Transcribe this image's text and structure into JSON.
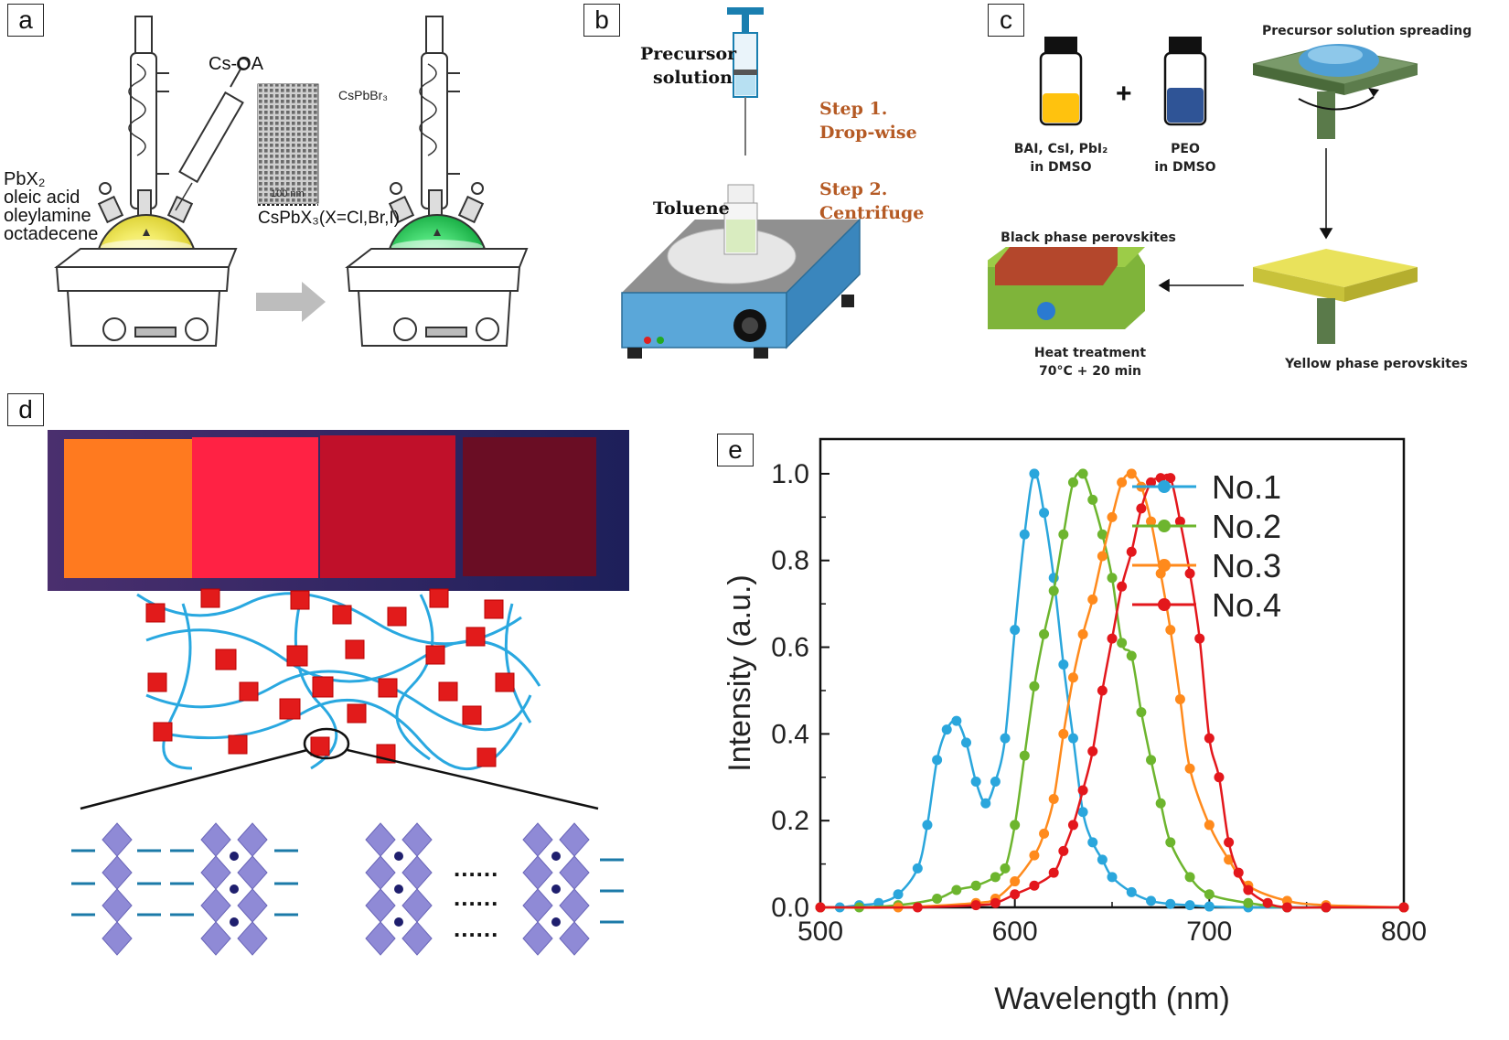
{
  "panels": {
    "a": {
      "label": "a",
      "cs_oa": "Cs-OA",
      "tem_label": "CsPbBr₃",
      "scale_bar": "100 nm",
      "product": "CsPbX₃(X=Cl,Br,I)",
      "reagents": [
        "PbX₂",
        "oleic acid",
        "oleylamine",
        "octadecene"
      ]
    },
    "b": {
      "label": "b",
      "precursor": [
        "Precursor",
        "solution"
      ],
      "step1": [
        "Step 1.",
        "Drop-wise"
      ],
      "step2": [
        "Step 2.",
        "Centrifuge"
      ],
      "toluene": "Toluene"
    },
    "c": {
      "label": "c",
      "vial1": [
        "BAI, CsI, PbI₂",
        "in DMSO"
      ],
      "plus": "+",
      "vial2": [
        "PEO",
        "in DMSO"
      ],
      "spreading": "Precursor solution spreading",
      "black_phase": "Black phase perovskites",
      "heat": [
        "Heat treatment",
        "70°C + 20 min"
      ],
      "yellow_phase": "Yellow phase perovskites"
    },
    "d": {
      "label": "d",
      "dots": "......"
    },
    "e": {
      "label": "e"
    }
  },
  "colors": {
    "no1": "#2aa6dc",
    "no2": "#6db52e",
    "no3": "#ff8a1c",
    "no4": "#e3171c"
  },
  "chart_data": {
    "type": "line",
    "xlabel": "Wavelength (nm)",
    "ylabel": "Intensity (a.u.)",
    "xlim": [
      500,
      800
    ],
    "ylim": [
      0.0,
      1.08
    ],
    "xticks": [
      "500",
      "600",
      "700",
      "800"
    ],
    "yticks": [
      "0.0",
      "0.2",
      "0.4",
      "0.6",
      "0.8",
      "1.0"
    ],
    "legend_position": "top-right",
    "series": [
      {
        "name": "No.1",
        "x": [
          500,
          510,
          520,
          530,
          540,
          550,
          555,
          560,
          565,
          570,
          575,
          580,
          585,
          590,
          595,
          600,
          605,
          610,
          615,
          620,
          625,
          630,
          635,
          640,
          645,
          650,
          660,
          670,
          680,
          690,
          700,
          720,
          740,
          760,
          800
        ],
        "y": [
          0.0,
          0.0,
          0.005,
          0.01,
          0.03,
          0.09,
          0.19,
          0.34,
          0.41,
          0.43,
          0.38,
          0.29,
          0.24,
          0.29,
          0.39,
          0.64,
          0.86,
          1.0,
          0.91,
          0.76,
          0.56,
          0.39,
          0.22,
          0.15,
          0.11,
          0.07,
          0.035,
          0.015,
          0.008,
          0.005,
          0.002,
          0.0,
          0.0,
          0.0,
          0.0
        ]
      },
      {
        "name": "No.2",
        "x": [
          500,
          520,
          540,
          560,
          570,
          580,
          590,
          595,
          600,
          605,
          610,
          615,
          620,
          625,
          630,
          635,
          640,
          645,
          650,
          655,
          660,
          665,
          670,
          675,
          680,
          690,
          700,
          720,
          740,
          760,
          800
        ],
        "y": [
          0.0,
          0.0,
          0.005,
          0.02,
          0.04,
          0.05,
          0.07,
          0.09,
          0.19,
          0.35,
          0.51,
          0.63,
          0.73,
          0.86,
          0.98,
          1.0,
          0.94,
          0.86,
          0.76,
          0.61,
          0.58,
          0.45,
          0.34,
          0.24,
          0.15,
          0.07,
          0.03,
          0.01,
          0.0,
          0.0,
          0.0
        ]
      },
      {
        "name": "No.3",
        "x": [
          500,
          540,
          580,
          590,
          600,
          610,
          615,
          620,
          625,
          630,
          635,
          640,
          645,
          650,
          655,
          660,
          665,
          670,
          675,
          680,
          685,
          690,
          700,
          710,
          720,
          740,
          760,
          800
        ],
        "y": [
          0.0,
          0.0,
          0.01,
          0.02,
          0.06,
          0.12,
          0.17,
          0.25,
          0.4,
          0.53,
          0.63,
          0.71,
          0.81,
          0.9,
          0.98,
          1.0,
          0.97,
          0.89,
          0.77,
          0.64,
          0.48,
          0.32,
          0.19,
          0.11,
          0.05,
          0.015,
          0.005,
          0.0
        ]
      },
      {
        "name": "No.4",
        "x": [
          500,
          550,
          580,
          590,
          600,
          610,
          620,
          625,
          630,
          635,
          640,
          645,
          650,
          655,
          660,
          665,
          670,
          675,
          680,
          685,
          690,
          695,
          700,
          705,
          710,
          715,
          720,
          730,
          740,
          760,
          800
        ],
        "y": [
          0.0,
          0.0,
          0.005,
          0.01,
          0.03,
          0.05,
          0.08,
          0.13,
          0.19,
          0.27,
          0.36,
          0.5,
          0.62,
          0.74,
          0.82,
          0.92,
          0.98,
          0.99,
          0.99,
          0.89,
          0.77,
          0.62,
          0.39,
          0.3,
          0.15,
          0.08,
          0.04,
          0.01,
          0.0,
          0.0,
          0.0
        ]
      }
    ]
  }
}
